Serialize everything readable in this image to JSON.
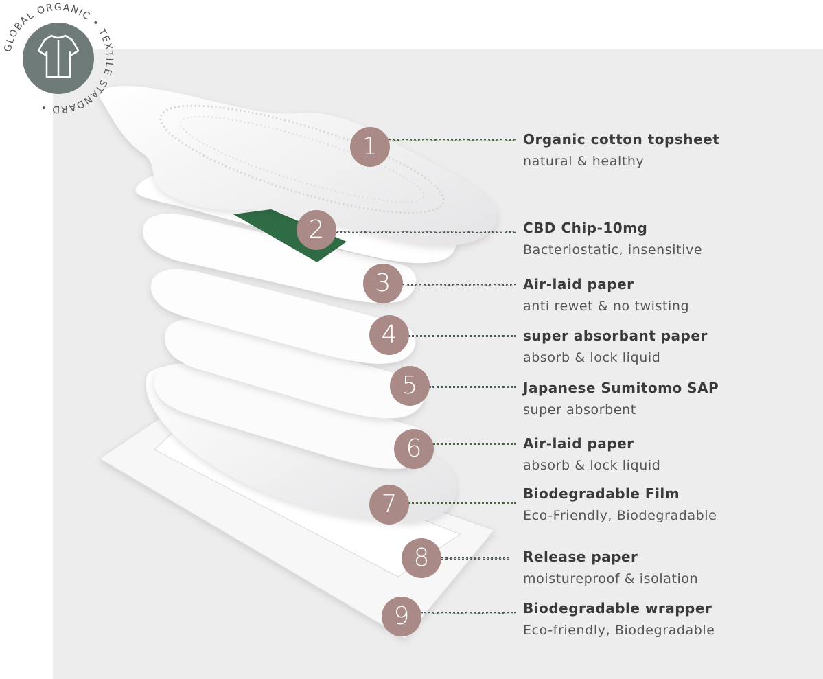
{
  "badge": {
    "ring_text": "GLOBAL ORGANIC • TEXTILE STANDARD •",
    "icon": "shirt-icon"
  },
  "layers": [
    {
      "number": "1",
      "title": "Organic cotton topsheet",
      "desc": "natural & healthy"
    },
    {
      "number": "2",
      "title": "CBD Chip-10mg",
      "desc": "Bacteriostatic, insensitive"
    },
    {
      "number": "3",
      "title": "Air-laid paper",
      "desc": "anti rewet & no twisting"
    },
    {
      "number": "4",
      "title": "super absorbant paper",
      "desc": "absorb & lock liquid"
    },
    {
      "number": "5",
      "title": "Japanese Sumitomo SAP",
      "desc": "super absorbent"
    },
    {
      "number": "6",
      "title": "Air-laid paper",
      "desc": "absorb & lock liquid"
    },
    {
      "number": "7",
      "title": "Biodegradable Film",
      "desc": "Eco-Friendly, Biodegradable"
    },
    {
      "number": "8",
      "title": "Release paper",
      "desc": "moistureproof & isolation"
    },
    {
      "number": "9",
      "title": "Biodegradable wrapper",
      "desc": "Eco-friendly, Biodegradable"
    }
  ],
  "colors": {
    "marker": "#a98a86",
    "badge": "#6f7b78",
    "chip": "#2f6b45",
    "panel": "#ededee"
  }
}
